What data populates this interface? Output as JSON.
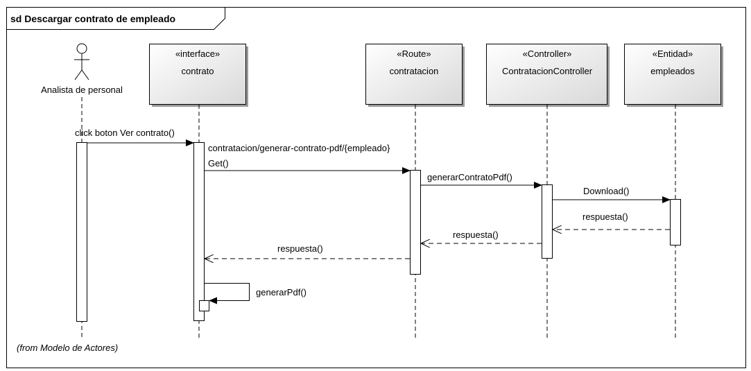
{
  "frame": {
    "title": "sd Descargar contrato de empleado"
  },
  "actor": {
    "label": "Analista de personal",
    "note": "(from Modelo de Actores)"
  },
  "lifelines": [
    {
      "stereotype": "«interface»",
      "name": "contrato"
    },
    {
      "stereotype": "«Route»",
      "name": "contratacion"
    },
    {
      "stereotype": "«Controller»",
      "name": "ContratacionController"
    },
    {
      "stereotype": "«Entidad»",
      "name": "empleados"
    }
  ],
  "messages": {
    "m1": "click boton Ver contrato()",
    "m2_line1": "contratacion/generar-contrato-pdf/{empleado}",
    "m2_line2": "Get()",
    "m3": "generarContratoPdf()",
    "m4": "Download()",
    "r1": "respuesta()",
    "r2": "respuesta()",
    "r3": "respuesta()",
    "self": "generarPdf()"
  },
  "colors": {
    "box_gradient_top": "#ffffff",
    "box_gradient_bottom": "#d9d9d9",
    "shadow": "#9a9a9a",
    "line": "#000000"
  }
}
